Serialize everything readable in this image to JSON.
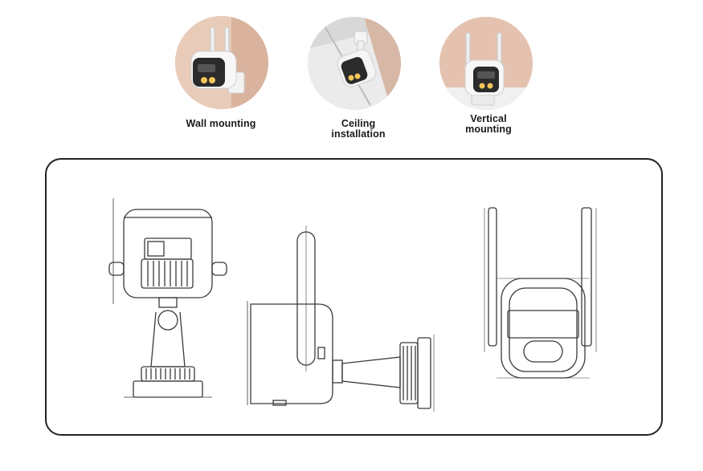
{
  "mounting_options": [
    {
      "id": "wall",
      "label_lines": [
        "Wall mounting"
      ],
      "background": "#e8cbb9"
    },
    {
      "id": "ceiling",
      "label_lines": [
        "Ceiling",
        "installation"
      ],
      "background": "#e6e6e6"
    },
    {
      "id": "vertical",
      "label_lines": [
        "Vertical",
        "mounting"
      ],
      "background": "#e5c2b0"
    }
  ],
  "drawings": {
    "views": [
      "front-view",
      "side-view",
      "back-view"
    ],
    "stroke_color": "#3a3a3a"
  },
  "colors": {
    "camera_body": "#f4f4f4",
    "camera_face": "#2b2b2b",
    "light_amber": "#f3c55a",
    "panel_border": "#222222"
  }
}
